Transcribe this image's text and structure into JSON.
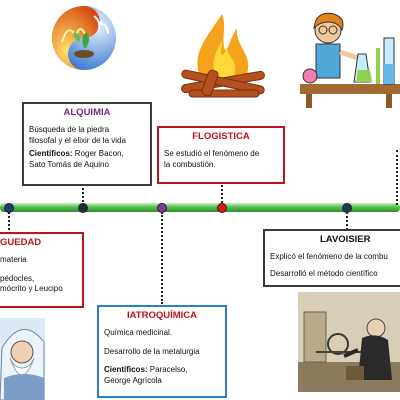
{
  "timeline": {
    "alquimia": {
      "title": "ALQUIMIA",
      "title_color": "#7b2a86",
      "border_color": "#3a3a3a",
      "line1": "Búsqueda de la piedra",
      "line2": "filosofal y el elixir de la vida",
      "scientists_label": "Científicos:",
      "scientists_1": " Roger Bacon,",
      "scientists_2": "Sato Tomás de Aquino"
    },
    "flogistica": {
      "title": "FLOGISTICA",
      "title_color": "#c0141c",
      "border_color": "#c0141c",
      "line1": "Se estudió el fenómeno de",
      "line2": "la combustión."
    },
    "antiguedad": {
      "title": "GUEDAD",
      "title_color": "#c0141c",
      "border_color": "#c0141c",
      "line1": "materia",
      "line2": "pédocles,",
      "line3": "mócrito y Leucipo"
    },
    "iatroquimica": {
      "title": "IATROQUÍMICA",
      "title_color": "#c0141c",
      "border_color": "#2b7fcf",
      "line1": "Química medicinal.",
      "line2": "Desarrollo de la metalurgia",
      "scientists_label": "Científicos:",
      "scientists_1": " Paracelso,",
      "scientists_2": "George Agrícola"
    },
    "lavoisier": {
      "title": "LAVOISIER",
      "title_color": "#111111",
      "border_color": "#3a3a3a",
      "line1": "Explicó el fenómeno de la combu",
      "line2": "Desarrolló el método científico"
    },
    "dot_colors": [
      "#1f3a7a",
      "#1e2a40",
      "#8b2fa5",
      "#e0151b",
      "#1e3a5a"
    ]
  }
}
